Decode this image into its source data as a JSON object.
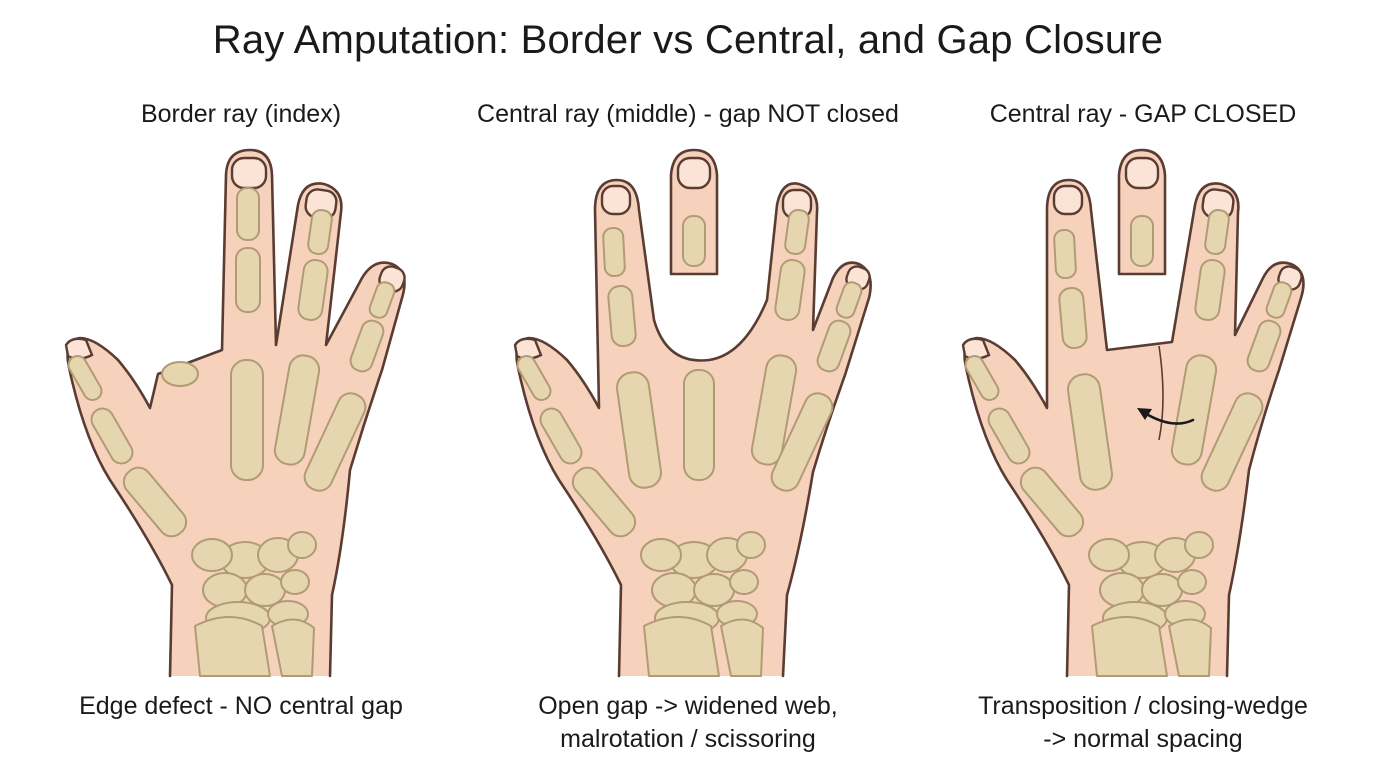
{
  "title": "Ray Amputation: Border vs Central, and Gap Closure",
  "panels": [
    {
      "title": "Border ray (index)",
      "caption_line1": "Edge defect - NO central gap",
      "caption_line2": ""
    },
    {
      "title": "Central ray (middle) - gap NOT closed",
      "caption_line1": "Open gap -> widened web,",
      "caption_line2": "malrotation / scissoring"
    },
    {
      "title": "Central ray - GAP CLOSED",
      "caption_line1": "Transposition / closing-wedge",
      "caption_line2": "-> normal spacing"
    }
  ],
  "colors": {
    "skin": "#f6d2bd",
    "outline": "#5a3c33",
    "bone": "#e6d6b0",
    "bone_outline": "#b19b74",
    "text": "#1a1a1a"
  }
}
